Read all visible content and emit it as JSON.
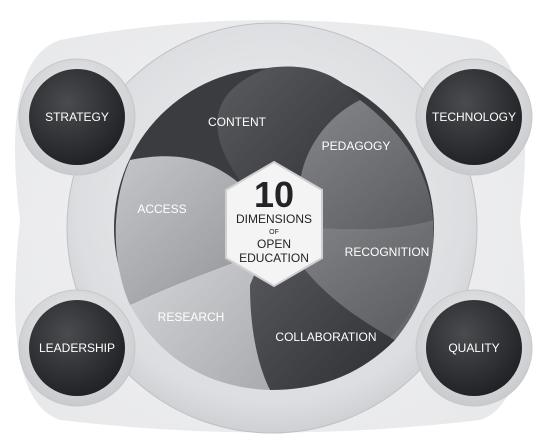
{
  "center": {
    "number": "10",
    "line1": "DIMENSIONS",
    "line2": "OF",
    "line3": "OPEN",
    "line4": "EDUCATION"
  },
  "segments": [
    {
      "id": "content",
      "label": "CONTENT"
    },
    {
      "id": "pedagogy",
      "label": "PEDAGOGY"
    },
    {
      "id": "recognition",
      "label": "RECOGNITION"
    },
    {
      "id": "collaboration",
      "label": "COLLABORATION"
    },
    {
      "id": "research",
      "label": "RESEARCH"
    },
    {
      "id": "access",
      "label": "ACCESS"
    }
  ],
  "corners": [
    {
      "id": "strategy",
      "label": "STRATEGY"
    },
    {
      "id": "technology",
      "label": "TECHNOLOGY"
    },
    {
      "id": "leadership",
      "label": "LEADERSHIP"
    },
    {
      "id": "quality",
      "label": "QUALITY"
    }
  ]
}
